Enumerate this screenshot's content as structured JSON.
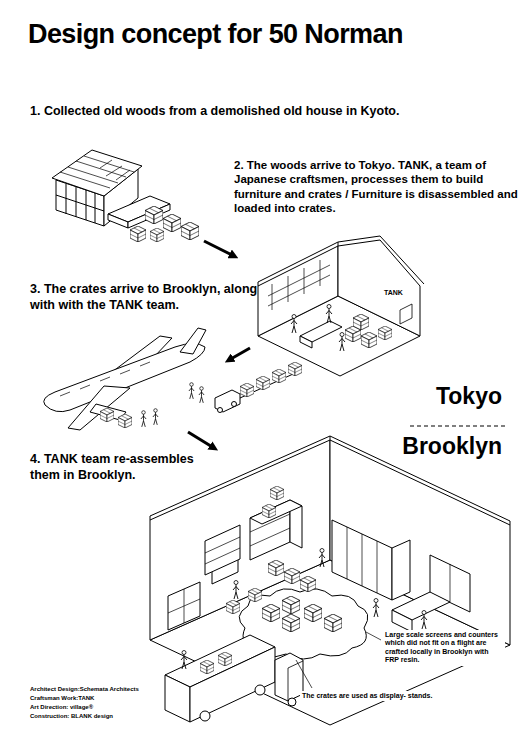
{
  "diagram": {
    "title": "Design concept for 50 Norman",
    "labels": [
      "1. Collected old woods from a demolished old house in Kyoto.",
      "2. The woods arrive to Tokyo. TANK, a team of Japanese craftsmen, processes them to build furniture and crates / Furniture is disassembled and loaded into crates.",
      "3. The crates arrive to Brooklyn, along with with the TANK team.",
      "4. TANK team re-assembles them in Brooklyn.",
      "Tokyo",
      "Brooklyn",
      "Large scale screens and counters which did not fit on a flight are crafted locally in Brooklyn with FRP resin.",
      "The crates are used as display- stands.",
      "Architect Design:Schemata Architects",
      "Craftsman Work:TANK",
      "Art Direction: village®",
      "Construction: BLANK design",
      "TANK"
    ]
  }
}
